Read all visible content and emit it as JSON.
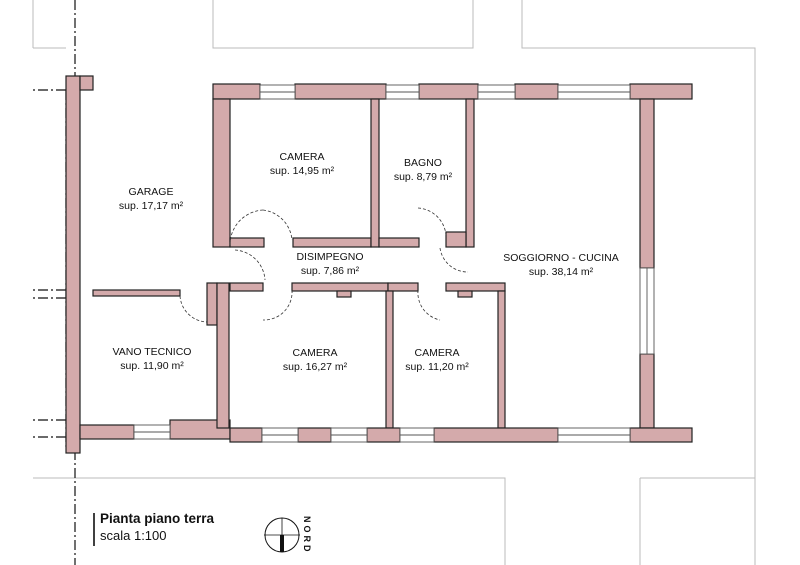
{
  "plan": {
    "wall_color": "#d4aaab",
    "wall_stroke": "#222222",
    "rooms": [
      {
        "id": "garage",
        "name": "GARAGE",
        "area": "sup. 17,17 m²"
      },
      {
        "id": "camera-1",
        "name": "CAMERA",
        "area": "sup. 14,95 m²"
      },
      {
        "id": "bagno",
        "name": "BAGNO",
        "area": "sup. 8,79 m²"
      },
      {
        "id": "disimpegno",
        "name": "DISIMPEGNO",
        "area": "sup. 7,86 m²"
      },
      {
        "id": "soggiorno",
        "name": "SOGGIORNO - CUCINA",
        "area": "sup. 38,14 m²"
      },
      {
        "id": "vano-tecnico",
        "name": "VANO TECNICO",
        "area": "sup. 11,90 m²"
      },
      {
        "id": "camera-2",
        "name": "CAMERA",
        "area": "sup. 16,27 m²"
      },
      {
        "id": "camera-3",
        "name": "CAMERA",
        "area": "sup. 11,20 m²"
      }
    ]
  },
  "legend": {
    "title": "Pianta piano terra",
    "scale": "scala 1:100",
    "north_label": "NORD"
  }
}
